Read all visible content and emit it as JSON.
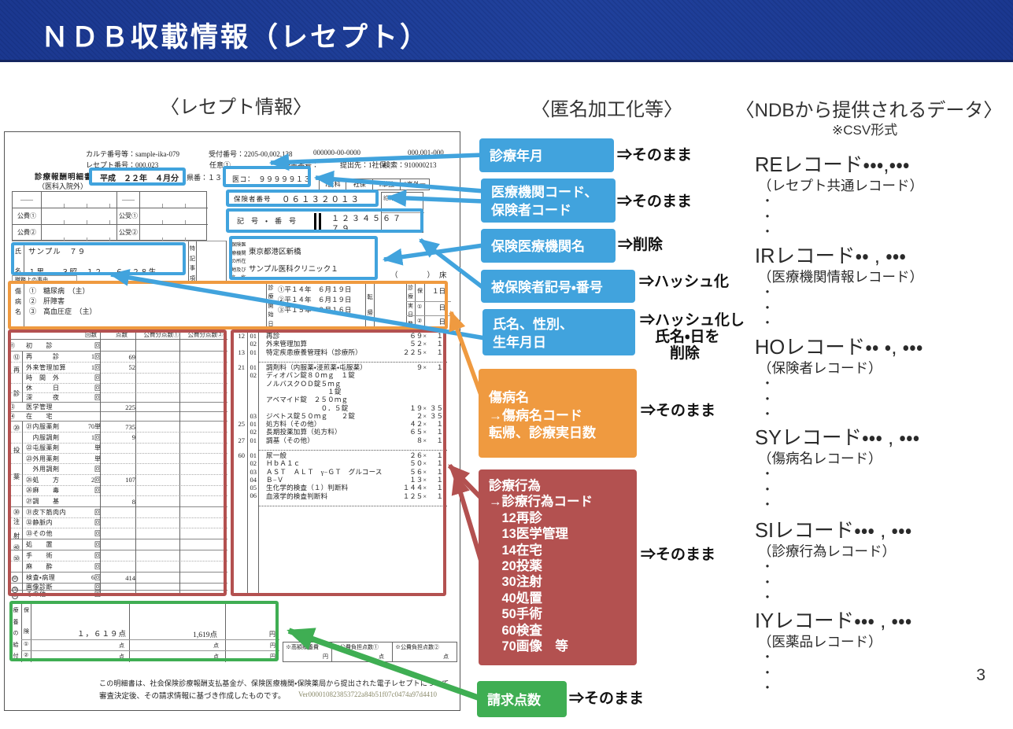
{
  "colors": {
    "blue": "#41a3dd",
    "orange": "#ef9a40",
    "red": "#b35150",
    "green": "#3fae53",
    "banner": "#1e3d96"
  },
  "banner": {
    "title": "ＮＤＢ収載情報（レセプト）"
  },
  "headings": {
    "receipt": "〈レセプト情報〉",
    "anonymize": "〈匿名加工化等〉",
    "provided": "〈NDBから提供されるデータ〉",
    "csv_note": "※CSV形式"
  },
  "page_number": "3",
  "form": {
    "meta1a": "カルテ番号等：sample-ika-079",
    "meta1b": "受付番号：2205-00,002,138",
    "meta1c": "000000-00-0000",
    "meta1d": "000,001-000",
    "meta2a": "レセプト番号：000,023",
    "meta2b": "任意①",
    "meta2c": "明細書番号：",
    "meta2d": "提出先：1社保",
    "meta2e": "検索：910000213",
    "doc_title": "診療報酬明細書",
    "doc_subtitle": "（医科入院外）",
    "date": "平成　２２年　４月分",
    "pref": "県番：１３",
    "med_code": "医コ：　９９９９９１３",
    "type_cells": [
      "1医科",
      "社保",
      "1単独",
      "8高外一"
    ],
    "kouhi_left": [
      "——",
      "公費①",
      "公費②"
    ],
    "kouhi_right": [
      "——",
      "公受①",
      "公受②"
    ],
    "insurer_label": "保険者番号",
    "insurer_number": "０６１３２０１３",
    "benefit_ratio": "給付",
    "symbol_label": "記　号　・　番　号",
    "symbol_line1": "１２３４５６７",
    "symbol_line2": "７９",
    "name_label": "氏名",
    "patient_name": "サンプル　７９",
    "patient_info": "１男　　３昭　１２．　６．２８生",
    "duty_label": "職務上の事由",
    "tokki_label": "特記事項",
    "hospital_label": "保険医,療機関,の所在,地及び,名　称",
    "hospital_addr": "東京都港区新橋",
    "hospital_name": "サンプル医科クリニック１",
    "beds": "（　　）床",
    "disease_label": "傷病名",
    "diseases": [
      "①　糖尿病　（主）",
      "②　肝障害",
      "③　高血圧症　（主）"
    ],
    "start_label": "診療開始日",
    "start_dates": [
      "①平１４年　６月１９日",
      "②平１４年　６月１９日",
      "③平１５年　２月１６日"
    ],
    "tenki_label": "転帰",
    "days_label": "診療実日数",
    "days_rows": [
      [
        "保",
        "１日"
      ],
      [
        "①",
        "日"
      ],
      [
        "②",
        "日"
      ]
    ],
    "fee_header": [
      "回数",
      "点数",
      "公費分点数①",
      "公費分点数②"
    ],
    "fee_rows": [
      {
        "m": "⑪",
        "l": "初　　診",
        "c": "回",
        "p": "",
        "b": "solid"
      },
      {
        "l": "再　　　診",
        "c": "1回",
        "p": "69",
        "b": "dot"
      },
      {
        "l": "外来管理加算",
        "c": "1回",
        "p": "52",
        "b": "dot"
      },
      {
        "l": "時　間　外",
        "c": "回",
        "p": "",
        "b": "dot"
      },
      {
        "l": "休　　　日",
        "c": "回",
        "p": "",
        "b": "dot"
      },
      {
        "l": "深　　　夜",
        "c": "回",
        "p": "",
        "b": "solid"
      },
      {
        "m": "⑬",
        "l": "医学管理",
        "c": "",
        "p": "225",
        "b": "solid"
      },
      {
        "m": "⑭",
        "l": "在　　宅",
        "c": "",
        "p": "",
        "b": "solid"
      },
      {
        "l": "㉑内服薬剤",
        "c": "70単",
        "p": "735",
        "b": "dot"
      },
      {
        "l": "　内服調剤",
        "c": "1回",
        "p": "9",
        "b": "dot"
      },
      {
        "l": "㉒屯服薬剤",
        "c": "単",
        "p": "",
        "b": "dot"
      },
      {
        "l": "㉓外用薬剤",
        "c": "単",
        "p": "",
        "b": "dot"
      },
      {
        "l": "　外用調剤",
        "c": "回",
        "p": "",
        "b": "dot"
      },
      {
        "l": "㉕処　　方",
        "c": "2回",
        "p": "107",
        "b": "dot"
      },
      {
        "l": "㉖麻　　毒",
        "c": "回",
        "p": "",
        "b": "dot"
      },
      {
        "l": "㉗調　　基",
        "c": "",
        "p": "8",
        "b": "solid"
      },
      {
        "l": "㉛皮下筋肉内",
        "c": "回",
        "p": "",
        "b": "dot"
      },
      {
        "l": "㉜静脈内",
        "c": "回",
        "p": "",
        "b": "dot"
      },
      {
        "l": "㉝その他",
        "c": "回",
        "p": "",
        "b": "solid"
      },
      {
        "l": "処　　置",
        "c": "回",
        "p": "",
        "b": "solid"
      },
      {
        "l": "手　　術",
        "c": "回",
        "p": "",
        "b": "dot"
      },
      {
        "l": "麻　　酔",
        "c": "回",
        "p": "",
        "b": "solid"
      },
      {
        "l": "検査・病理",
        "c": "6回",
        "p": "414",
        "b": "solid"
      },
      {
        "l": "画像診断",
        "c": "回",
        "p": "",
        "b": "solid"
      },
      {
        "l": "その他",
        "c": "回",
        "p": "",
        "b": "none"
      }
    ],
    "fee_margins": [
      "⑫",
      "再",
      "診",
      "⑳",
      "投",
      "薬",
      "㉚",
      "注",
      "射",
      "㊵",
      "㊿",
      "60",
      "70",
      "80"
    ],
    "detail_rows": [
      {
        "c1": "12",
        "c2": "01",
        "t": "再診",
        "p": "６９×",
        "n": "１"
      },
      {
        "c1": "",
        "c2": "02",
        "t": "外来管理加算",
        "p": "５２×",
        "n": "１"
      },
      {
        "c1": "13",
        "c2": "01",
        "t": "特定疾患療養管理料（診療所）",
        "p": "２２５×",
        "n": "１"
      },
      {
        "sep": true
      },
      {
        "c1": "21",
        "c2": "01",
        "t": "調剤料（内服薬・浸煎薬・屯服薬）",
        "p": "９×",
        "n": "１"
      },
      {
        "c1": "",
        "c2": "02",
        "t": "ディオバン錠８０ｍｇ　１錠",
        "p": "",
        "n": ""
      },
      {
        "c1": "",
        "c2": "",
        "t": "ノルバスクＯＤ錠５ｍｇ",
        "p": "",
        "n": ""
      },
      {
        "c1": "",
        "c2": "",
        "t": "　　　　　　　　　１錠",
        "p": "",
        "n": ""
      },
      {
        "c1": "",
        "c2": "",
        "t": "アベマイド錠　２５０ｍｇ",
        "p": "",
        "n": ""
      },
      {
        "c1": "",
        "c2": "",
        "t": "　　　　　　　　０．５錠",
        "p": "１９×",
        "n": "３５"
      },
      {
        "c1": "",
        "c2": "03",
        "t": "ジベトス錠５０ｍｇ　　２錠",
        "p": "２×",
        "n": "３５"
      },
      {
        "c1": "25",
        "c2": "01",
        "t": "処方料（その他）",
        "p": "４２×",
        "n": "１"
      },
      {
        "c1": "",
        "c2": "02",
        "t": "長期投薬加算（処方料）",
        "p": "６５×",
        "n": "１"
      },
      {
        "c1": "27",
        "c2": "01",
        "t": "調基（その他）",
        "p": "８×",
        "n": "１"
      },
      {
        "sep": true
      },
      {
        "c1": "60",
        "c2": "01",
        "t": "尿一般",
        "p": "２６×",
        "n": "１"
      },
      {
        "c1": "",
        "c2": "02",
        "t": "ＨｂＡ１ｃ",
        "p": "５０×",
        "n": "１"
      },
      {
        "c1": "",
        "c2": "03",
        "t": "ＡＳＴ　ＡＬＴ　γ−ＧＴ　グルコース",
        "p": "５６×",
        "n": "１"
      },
      {
        "c1": "",
        "c2": "04",
        "t": "Ｂ−Ｖ",
        "p": "１３×",
        "n": "１"
      },
      {
        "c1": "",
        "c2": "05",
        "t": "生化学的検査（１）判断料",
        "p": "１４４×",
        "n": "１"
      },
      {
        "c1": "",
        "c2": "06",
        "t": "血液学的検査判断料",
        "p": "１２５×",
        "n": "１"
      },
      {
        "sep": true
      }
    ],
    "benefit": {
      "label": "療養の給付",
      "row_labels": [
        "保険",
        "①",
        "②"
      ],
      "claim": "１，６１９点",
      "decision": "1,619点",
      "unit_yen": "円",
      "unit_ten": "点",
      "r2": [
        "点",
        "点",
        "円"
      ],
      "r3": [
        "点",
        "点",
        "円"
      ]
    },
    "side_cells": [
      {
        "label": "※高額療養費",
        "unit": "円"
      },
      {
        "label": "※公費負担点数①",
        "unit": "点"
      },
      {
        "label": "※公費負担点数②",
        "unit": "点"
      }
    ],
    "footnote1": "この明細書は、社会保険診療報酬支払基金が、保険医療機関・保険薬局から提出された電子レセプトについて",
    "footnote2": "審査決定後、その請求情報に基づき作成したものです。",
    "version": "Ver000010823853722a84b51f07c0474a97d4410"
  },
  "callouts": [
    {
      "id": "shinryo-nengetsu",
      "color": "blue",
      "label": "診療年月",
      "result": "⇒そのまま"
    },
    {
      "id": "kikan-code",
      "color": "blue",
      "label": "医療機関コード、\n保険者コード",
      "result": "⇒そのまま"
    },
    {
      "id": "kikan-mei",
      "color": "blue",
      "label": "保険医療機関名",
      "result": "⇒削除"
    },
    {
      "id": "kigo-bango",
      "color": "blue",
      "label": "被保険者記号・番号",
      "result": "⇒ハッシュ化"
    },
    {
      "id": "shimei",
      "color": "blue",
      "label": "氏名、性別、\n生年月日",
      "result": "⇒ハッシュ化し\n　氏名・日を\n　　削除"
    },
    {
      "id": "shobyomei",
      "color": "orange",
      "label": "傷病名\n→傷病名コード\n転帰、診療実日数",
      "result": "⇒そのまま"
    },
    {
      "id": "shinryo-koi",
      "color": "red",
      "label": "診療行為\n→診療行為コード\n　12再診\n　13医学管理\n　14在宅\n　20投薬\n　30注射\n　40処置\n　50手術\n　60検査\n　70画像　等",
      "result": "⇒そのまま"
    },
    {
      "id": "seikyu-tensu",
      "color": "green",
      "label": "請求点数",
      "result": "⇒そのまま"
    }
  ],
  "records": {
    "items": [
      {
        "name": "REレコード・・・,・・・",
        "sub": "（レセプト共通レコード）",
        "dots": "・\n・\n・"
      },
      {
        "name": "IRレコード・・ , ・・・",
        "sub": "（医療機関情報レコード）",
        "dots": "・\n・\n・"
      },
      {
        "name": "HOレコード・・ ・, ・・・",
        "sub": "（保険者レコード）",
        "dots": "・\n・\n・"
      },
      {
        "name": "SYレコード・・・ , ・・・",
        "sub": "（傷病名レコード）",
        "dots": "・\n・\n・"
      },
      {
        "name": "SIレコード・・・ , ・・・",
        "sub": "（診療行為レコード）",
        "dots": "・\n・\n・"
      },
      {
        "name": "IYレコード・・・ , ・・・",
        "sub": "（医薬品レコード）",
        "dots": "・\n・\n・"
      }
    ]
  }
}
